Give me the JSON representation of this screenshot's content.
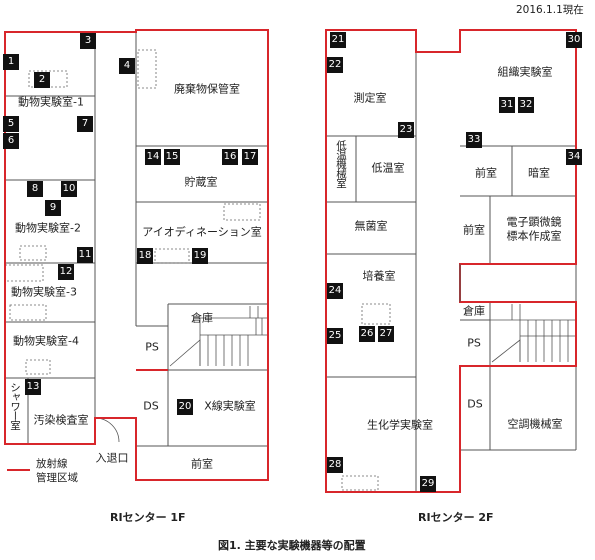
{
  "date": "2016.1.1現在",
  "figure_title": "図1. 主要な実験機器等の配置",
  "legend": {
    "label_line1": "放射線",
    "label_line2": "管理区域",
    "color": "#d8262b"
  },
  "entrance_label": "入退口",
  "floor1": {
    "title": "RIセンター 1F",
    "rooms": {
      "animal1": "動物実験室-1",
      "waste": "廃棄物保管室",
      "storage": "貯蔵室",
      "animal2": "動物実験室-2",
      "iodination": "アイオディネーション室",
      "animal3": "動物実験室-3",
      "warehouse": "倉庫",
      "animal4": "動物実験室-4",
      "ps": "PS",
      "shower": "シャワー室",
      "contamination": "汚染検査室",
      "ds": "DS",
      "xray": "X線実験室",
      "anteroom": "前室"
    }
  },
  "floor2": {
    "title": "RIセンター 2F",
    "rooms": {
      "measurement": "測定室",
      "tissue": "組織実験室",
      "low_temp_machine": "低温機械室",
      "low_temp": "低温室",
      "anteroom_a": "前室",
      "darkroom": "暗室",
      "sterile": "無菌室",
      "anteroom_b": "前室",
      "em_line1": "電子顕微鏡",
      "em_line2": "標本作成室",
      "culture": "培養室",
      "warehouse": "倉庫",
      "ps": "PS",
      "biochem": "生化学実験室",
      "ds": "DS",
      "hvac": "空調機械室"
    }
  },
  "equipment": {
    "n1": "1",
    "n2": "2",
    "n3": "3",
    "n4": "4",
    "n5": "5",
    "n6": "6",
    "n7": "7",
    "n8": "8",
    "n9": "9",
    "n10": "10",
    "n11": "11",
    "n12": "12",
    "n13": "13",
    "n14": "14",
    "n15": "15",
    "n16": "16",
    "n17": "17",
    "n18": "18",
    "n19": "19",
    "n20": "20",
    "n21": "21",
    "n22": "22",
    "n23": "23",
    "n24": "24",
    "n25": "25",
    "n26": "26",
    "n27": "27",
    "n28": "28",
    "n29": "29",
    "n30": "30",
    "n31": "31",
    "n32": "32",
    "n33": "33",
    "n34": "34"
  }
}
